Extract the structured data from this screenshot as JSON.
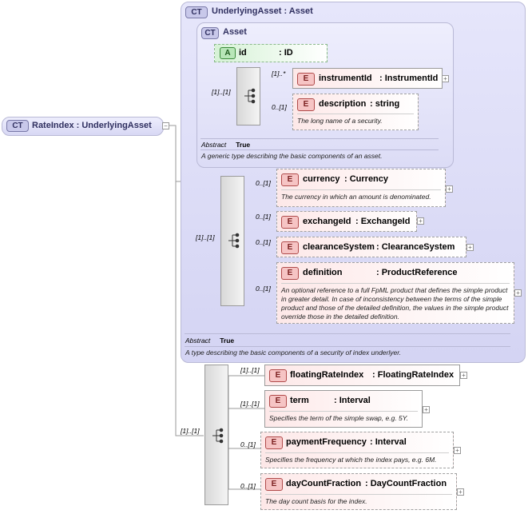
{
  "root": {
    "badge": "CT",
    "label": "RateIndex : UnderlyingAsset"
  },
  "underlying_asset": {
    "badge": "CT",
    "title": "UnderlyingAsset : Asset",
    "abstract_label": "Abstract",
    "abstract_value": "True",
    "doc": "A type describing the basic components of a security of index underlyer."
  },
  "asset": {
    "badge": "CT",
    "title": "Asset",
    "abstract_label": "Abstract",
    "abstract_value": "True",
    "doc": "A generic type describing the basic components of an asset."
  },
  "attribute": {
    "badge": "A",
    "name": "id",
    "type": ": ID"
  },
  "elements": {
    "instrument_id": {
      "badge": "E",
      "name": "instrumentId",
      "type": ": InstrumentId",
      "card": "[1]..*"
    },
    "description": {
      "badge": "E",
      "name": "description",
      "type": ": string",
      "card": "0..[1]",
      "doc": "The long name of a security."
    },
    "currency": {
      "badge": "E",
      "name": "currency",
      "type": ": Currency",
      "card": "0..[1]",
      "doc": "The currency in which an amount is denominated."
    },
    "exchange_id": {
      "badge": "E",
      "name": "exchangeId",
      "type": ": ExchangeId",
      "card": "0..[1]"
    },
    "clearance_system": {
      "badge": "E",
      "name": "clearanceSystem",
      "type": ": ClearanceSystem",
      "card": "0..[1]"
    },
    "definition": {
      "badge": "E",
      "name": "definition",
      "type": ": ProductReference",
      "card": "0..[1]",
      "doc": "An optional reference to a full FpML product that defines the simple product in greater detail. In case of inconsistency between the terms of the simple product and those of the detailed definition, the values in the simple product override those in the detailed definition."
    },
    "floating_rate_index": {
      "badge": "E",
      "name": "floatingRateIndex",
      "type": ": FloatingRateIndex",
      "card": "[1]..[1]"
    },
    "term": {
      "badge": "E",
      "name": "term",
      "type": ": Interval",
      "card": "[1]..[1]",
      "doc": "Specifies the term of the simple swap, e.g. 5Y."
    },
    "payment_frequency": {
      "badge": "E",
      "name": "paymentFrequency",
      "type": ": Interval",
      "card": "0..[1]",
      "doc": "Specifies the frequency at which the index pays, e.g. 6M."
    },
    "day_count_fraction": {
      "badge": "E",
      "name": "dayCountFraction",
      "type": ": DayCountFraction",
      "card": "0..[1]",
      "doc": "The day count basis for the index."
    }
  },
  "sequences": {
    "asset_seq_card": "[1]..[1]",
    "underlying_seq_card": "[1]..[1]",
    "rate_index_seq_card": "[1]..[1]"
  },
  "expand_symbol": "+",
  "collapse_symbol": "−"
}
